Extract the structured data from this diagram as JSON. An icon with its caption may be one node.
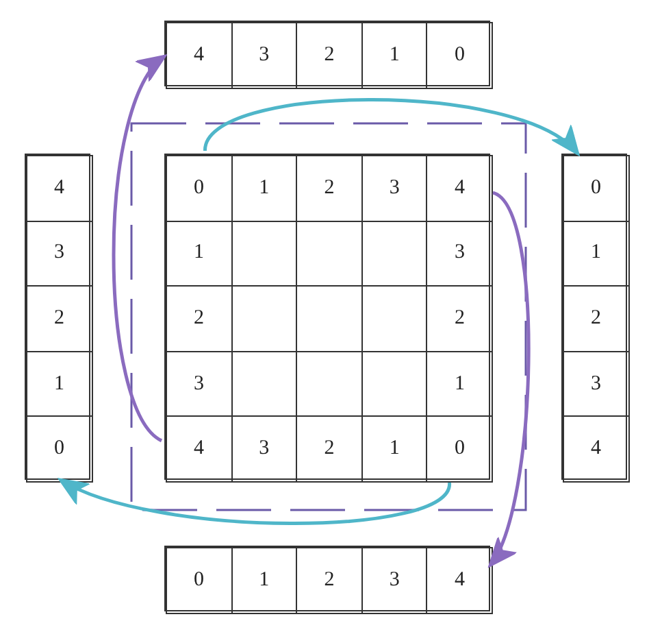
{
  "diagram": {
    "nodes": [
      {
        "text": [
          "4",
          "3",
          "2",
          "1",
          "0"
        ]
      },
      {
        "text": [
          "4",
          "3",
          "2",
          "1",
          "0"
        ]
      },
      {
        "text": [
          "0",
          "1",
          "2",
          "3",
          "4",
          "1",
          "3",
          "2",
          "2",
          "3",
          "1",
          "4",
          "3",
          "2",
          "1",
          "0"
        ]
      },
      {
        "text": [
          "0",
          "1",
          "2",
          "3",
          "4"
        ]
      },
      {
        "text": [
          "0",
          "1",
          "2",
          "3",
          "4"
        ]
      }
    ],
    "edges": [
      {
        "from": 2,
        "to": 3,
        "arrow": "to",
        "color": "#4fb6c9"
      },
      {
        "from": 2,
        "to": 4,
        "arrow": "to",
        "color": "#8a6bbf"
      },
      {
        "from": 2,
        "to": 1,
        "arrow": "to",
        "color": "#4fb6c9"
      },
      {
        "from": 2,
        "to": 0,
        "arrow": "to",
        "color": "#8a6bbf"
      }
    ]
  }
}
